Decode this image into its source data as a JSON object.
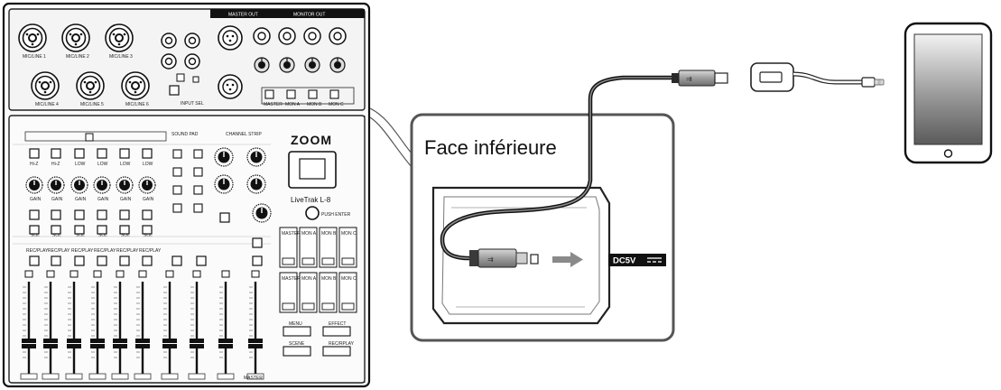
{
  "mixer": {
    "logo": "ZOOM",
    "model": "LiveTrak L-8",
    "rear": {
      "top_labels": [
        "MASTER OUT",
        "MONITOR OUT"
      ],
      "mic_labels": [
        "MIC/LINE 1",
        "MIC/LINE 2",
        "MIC/LINE 3",
        "MIC/LINE 4",
        "MIC/LINE 5",
        "MIC/LINE 6"
      ],
      "out_buttons": [
        "MASTER",
        "MON A",
        "MON B",
        "MON C"
      ],
      "input_sel": "INPUT SEL"
    },
    "front": {
      "sections": [
        "SOUND PAD",
        "CHANNEL STRIP"
      ],
      "hiz_labels": [
        "Hi-Z",
        "Hi-Z",
        "LOW",
        "LOW",
        "LOW",
        "LOW"
      ],
      "gain": "GAIN",
      "sol": "SOL",
      "rec_play": "REC/PLAY",
      "display_button": "PUSH ENTER",
      "monitor_buttons": [
        "MASTER",
        "MON A",
        "MON B",
        "MON C"
      ],
      "mode_buttons": [
        "MENU",
        "EFFECT",
        "SCENE",
        "REC/RPLAY"
      ],
      "fader_labels": [
        "MASTER"
      ]
    }
  },
  "callout": {
    "title": "Face inférieure",
    "dc_label": "DC5V"
  },
  "icons": [
    "usb-connector-icon",
    "usb-c-adapter-icon",
    "tablet-icon",
    "arrow-right-icon"
  ]
}
